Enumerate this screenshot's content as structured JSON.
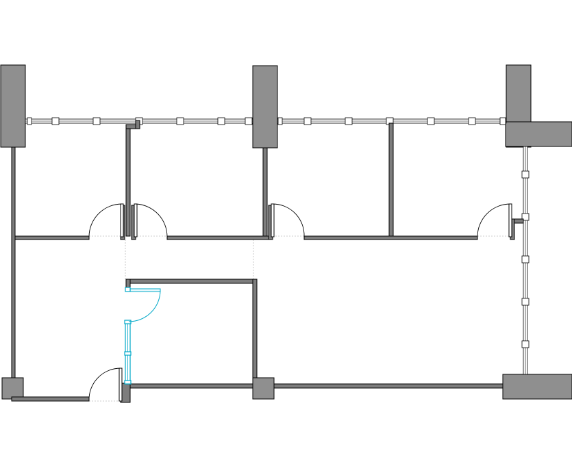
{
  "view": {
    "background": "#ffffff",
    "wall_color": "#7d7d7d",
    "column_color": "#8f8f8f",
    "selection_color": "#00a8c8"
  },
  "plan": {
    "rooms": 4,
    "doors": 6,
    "columns": 7,
    "selected_element": "glazed-partition-with-door"
  }
}
